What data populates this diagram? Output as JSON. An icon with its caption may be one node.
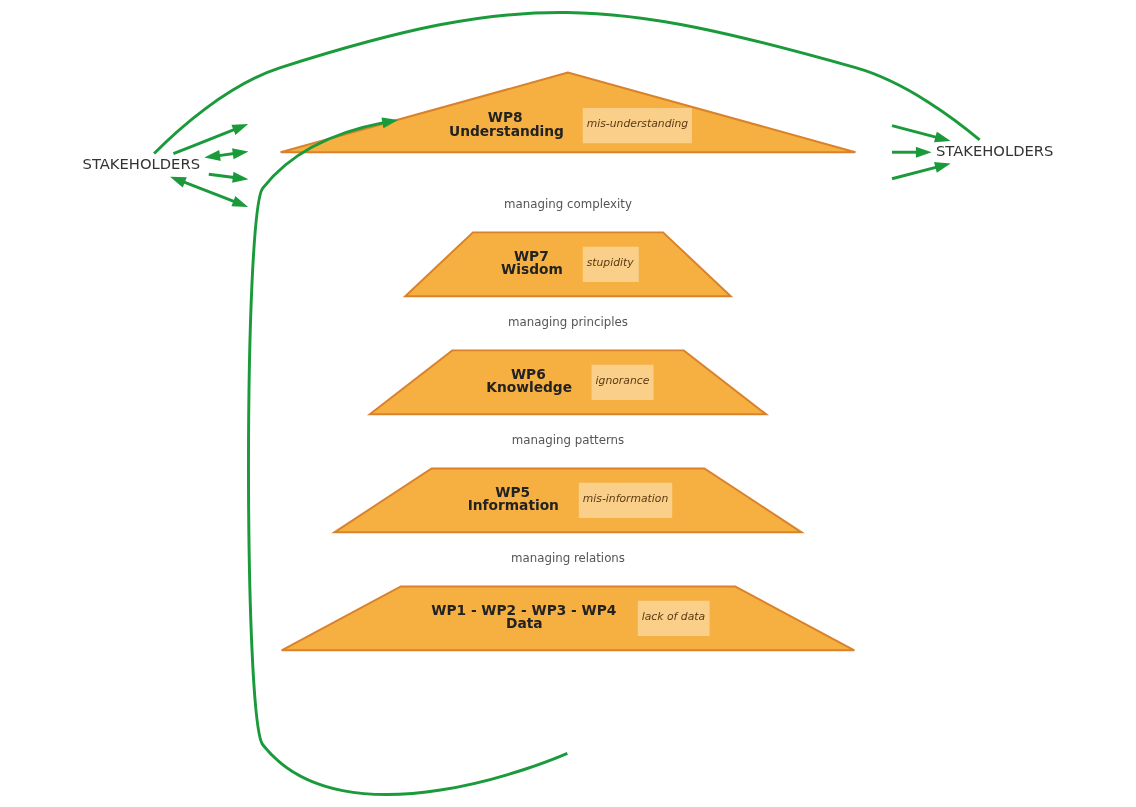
{
  "diagram": {
    "nodes": [
      {
        "text": [
          "WP8",
          "Understanding",
          "mis-understanding"
        ]
      },
      {
        "text": [
          "WP7",
          "Wisdom",
          "stupidity"
        ]
      },
      {
        "text": [
          "WP6",
          "Knowledge",
          "ignorance"
        ]
      },
      {
        "text": [
          "WP5",
          "Information",
          "mis-information"
        ]
      },
      {
        "text": [
          "WP1 - WP2 - WP3 - WP4",
          "Data",
          "lack of data"
        ]
      },
      {
        "text": [
          "STAKEHOLDERS"
        ]
      },
      {
        "text": [
          "STAKEHOLDERS"
        ]
      }
    ],
    "edges": [
      {
        "from": null,
        "to": 0,
        "arrow": "to",
        "color": "#1a9a3a"
      },
      {
        "from": 5,
        "to": null,
        "arrow": "to",
        "color": "#1a9a3a"
      },
      {
        "from": 5,
        "to": null,
        "arrow": "both",
        "color": "#1a9a3a"
      },
      {
        "from": 5,
        "to": null,
        "arrow": "to",
        "color": "#1a9a3a"
      },
      {
        "from": 5,
        "to": null,
        "arrow": "both",
        "color": "#1a9a3a"
      },
      {
        "from": null,
        "to": 6,
        "arrow": "to",
        "color": "#1a9a3a"
      },
      {
        "from": null,
        "to": 6,
        "arrow": "to",
        "color": "#1a9a3a"
      },
      {
        "from": null,
        "to": 6,
        "arrow": "to",
        "color": "#1a9a3a"
      },
      {
        "from": 5,
        "to": 6,
        "arrow": "none",
        "color": "#1a9a3a"
      }
    ],
    "labels": [
      "managing complexity",
      "managing principles",
      "managing patterns",
      "managing relations"
    ]
  }
}
